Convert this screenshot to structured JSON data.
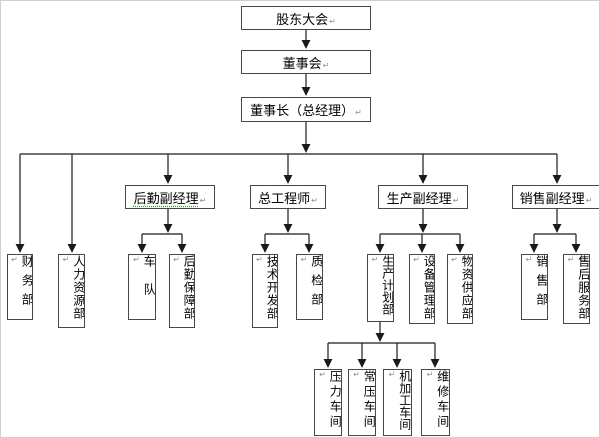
{
  "diagram": {
    "type": "org-chart",
    "return_mark": "↵",
    "colors": {
      "line": "#1a1a1a",
      "box_border": "#474747",
      "box_fill": "#ffffff",
      "text": "#000000",
      "return_mark": "#8a8f98",
      "grammar_underline": "#2fa02f"
    },
    "nodes": {
      "shareholders": {
        "label": "股东大会"
      },
      "board": {
        "label": "董事会"
      },
      "chairman": {
        "label": "董事长（总经理）"
      },
      "logistics_mgr": {
        "label": "后勤副经理"
      },
      "chief_engineer": {
        "label": "总工程师"
      },
      "production_mgr": {
        "label": "生产副经理"
      },
      "sales_mgr": {
        "label": "销售副经理"
      },
      "finance": {
        "label": "财务部"
      },
      "hr": {
        "label": "人力资源部"
      },
      "fleet": {
        "label": "车队"
      },
      "logistics_support": {
        "label": "后勤保障部"
      },
      "tech_dev": {
        "label": "技术开发部"
      },
      "quality": {
        "label": "质检部"
      },
      "production_planning": {
        "label": "生产计划部"
      },
      "equipment_mgmt": {
        "label": "设备管理部"
      },
      "material_supply": {
        "label": "物资供应部"
      },
      "sales_dept": {
        "label": "销售部"
      },
      "after_sales": {
        "label": "售后服务部"
      },
      "pressure_workshop": {
        "label": "压力车间"
      },
      "atmospheric_workshop": {
        "label": "常压车间"
      },
      "machining_workshop": {
        "label": "机加工车间"
      },
      "maintenance_workshop": {
        "label": "维修车间"
      }
    }
  }
}
